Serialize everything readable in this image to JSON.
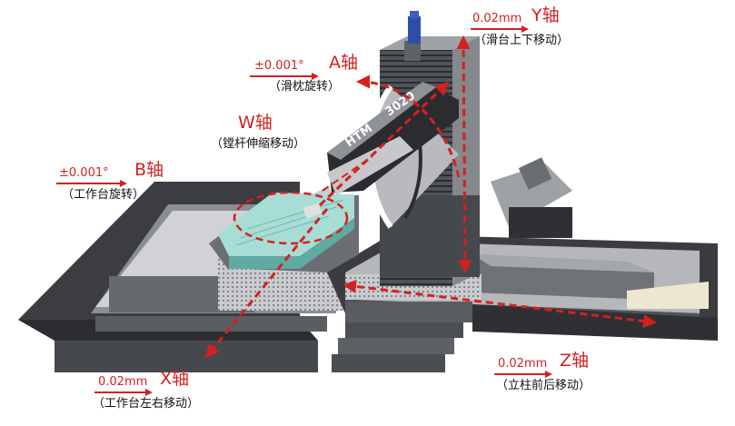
{
  "axes": {
    "y": {
      "value": "0.02mm",
      "name": "Y轴",
      "desc": "（滑台上下移动）"
    },
    "a": {
      "value": "±0.001°",
      "name": "A轴",
      "desc": "（滑枕旋转）"
    },
    "w": {
      "name": "W轴",
      "desc": "（镗杆伸缩移动）"
    },
    "b": {
      "value": "±0.001°",
      "name": "B轴",
      "desc": "（工作台旋转）"
    },
    "x": {
      "value": "0.02mm",
      "name": "X轴",
      "desc": "（工作台左右移动）"
    },
    "z": {
      "value": "0.02mm",
      "name": "Z轴",
      "desc": "（立柱前后移动）"
    }
  },
  "machine": {
    "brand": "HTM",
    "model": "3020"
  },
  "colors": {
    "annotation": "#d42020",
    "table": "#a8ddd6",
    "steel": "#a9abb0",
    "dark": "#3b3d42"
  }
}
